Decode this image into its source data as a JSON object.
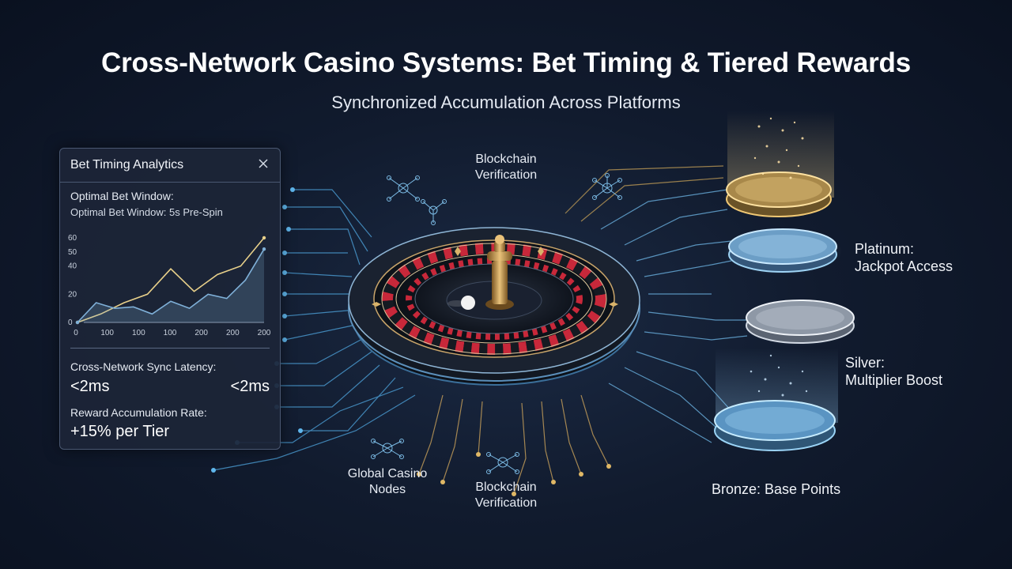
{
  "title": "Cross-Network Casino Systems: Bet Timing & Tiered Rewards",
  "subtitle": "Synchronized Accumulation Across Platforms",
  "panel": {
    "title": "Bet Timing Analytics",
    "close_icon": "close-icon",
    "optimal_label": "Optimal Bet Window:",
    "optimal_value": "Optimal Bet Window: 5s Pre-Spin",
    "sync_label": "Cross-Network Sync Latency:",
    "sync_value_left": "<2ms",
    "sync_value_right": "<2ms",
    "rate_label": "Reward Accumulation Rate:",
    "rate_value": "+15% per Tier"
  },
  "chart_data": {
    "type": "line",
    "x_tick_labels": [
      "0",
      "100",
      "100",
      "100",
      "200",
      "200",
      "200"
    ],
    "y_tick_labels": [
      "0",
      "20",
      "40",
      "50",
      "60"
    ],
    "series": [
      {
        "values": [
          0,
          6,
          14,
          20,
          38,
          22,
          34,
          40,
          60
        ],
        "color": "#e8d08a"
      },
      {
        "values": [
          0,
          14,
          10,
          11,
          6,
          15,
          10,
          20,
          17,
          30,
          52
        ],
        "color": "#7fb0d8"
      }
    ],
    "ylim": [
      0,
      65
    ]
  },
  "labels": {
    "blockchain_top": [
      "Blockchain",
      "Verification"
    ],
    "global_nodes": [
      "Global Casino",
      "Nodes"
    ],
    "blockchain_bottom": [
      "Blockchain",
      "Verification"
    ]
  },
  "tiers": {
    "platinum": [
      "Platinum:",
      "Jackpot Access"
    ],
    "silver": [
      "Silver:",
      "Multiplier Boost"
    ],
    "bronze": "Bronze: Base Points"
  },
  "colors": {
    "gold": "#e8c46a",
    "platinum": "#8fc7ee",
    "silver": "#c9d2de",
    "bronze": "#9fd4f2",
    "roulette_red": "#c8283a",
    "roulette_black": "#151a22",
    "accent_blue": "#5fb3e8"
  }
}
